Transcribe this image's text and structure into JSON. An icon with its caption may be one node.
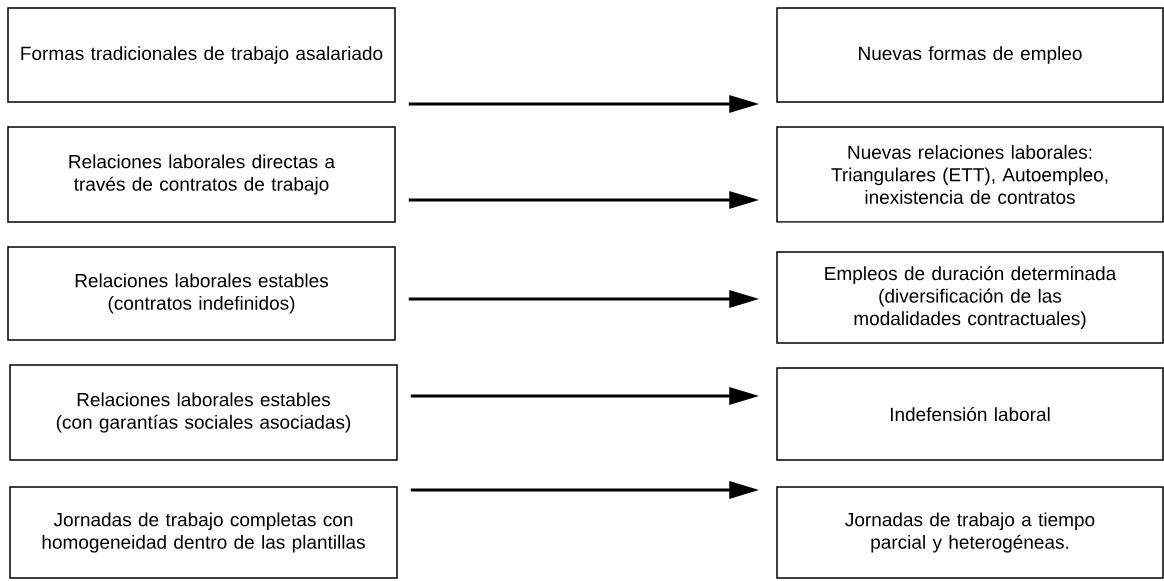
{
  "diagram": {
    "nodes": [
      {
        "text": [
          "Formas tradicionales de trabajo asalariado"
        ]
      },
      {
        "text": [
          "Relaciones laborales directas a través de contratos de trabajo"
        ]
      },
      {
        "text": [
          "Relaciones laborales estables (contratos indefinidos)"
        ]
      },
      {
        "text": [
          "Relaciones laborales estables (con garantías sociales asociadas)"
        ]
      },
      {
        "text": [
          "Jornadas de trabajo completas con homogeneidad dentro de las plantillas"
        ]
      },
      {
        "text": [
          "Nuevas formas de empleo"
        ]
      },
      {
        "text": [
          "Nuevas relaciones laborales: Triangulares (ETT), Autoempleo, inexistencia de contratos"
        ]
      },
      {
        "text": [
          "Empleos de duración determinada (diversificación de las modalidades contractuales)"
        ]
      },
      {
        "text": [
          "Indefensión laboral"
        ]
      },
      {
        "text": [
          "Jornadas de trabajo a tiempo parcial y heterogéneas."
        ]
      }
    ],
    "edges": [
      {
        "from": 0,
        "to": 5,
        "arrow": "to"
      },
      {
        "from": 1,
        "to": 6,
        "arrow": "to"
      },
      {
        "from": 2,
        "to": 7,
        "arrow": "to"
      },
      {
        "from": 3,
        "to": 8,
        "arrow": "to"
      },
      {
        "from": 4,
        "to": 9,
        "arrow": "to"
      }
    ]
  }
}
